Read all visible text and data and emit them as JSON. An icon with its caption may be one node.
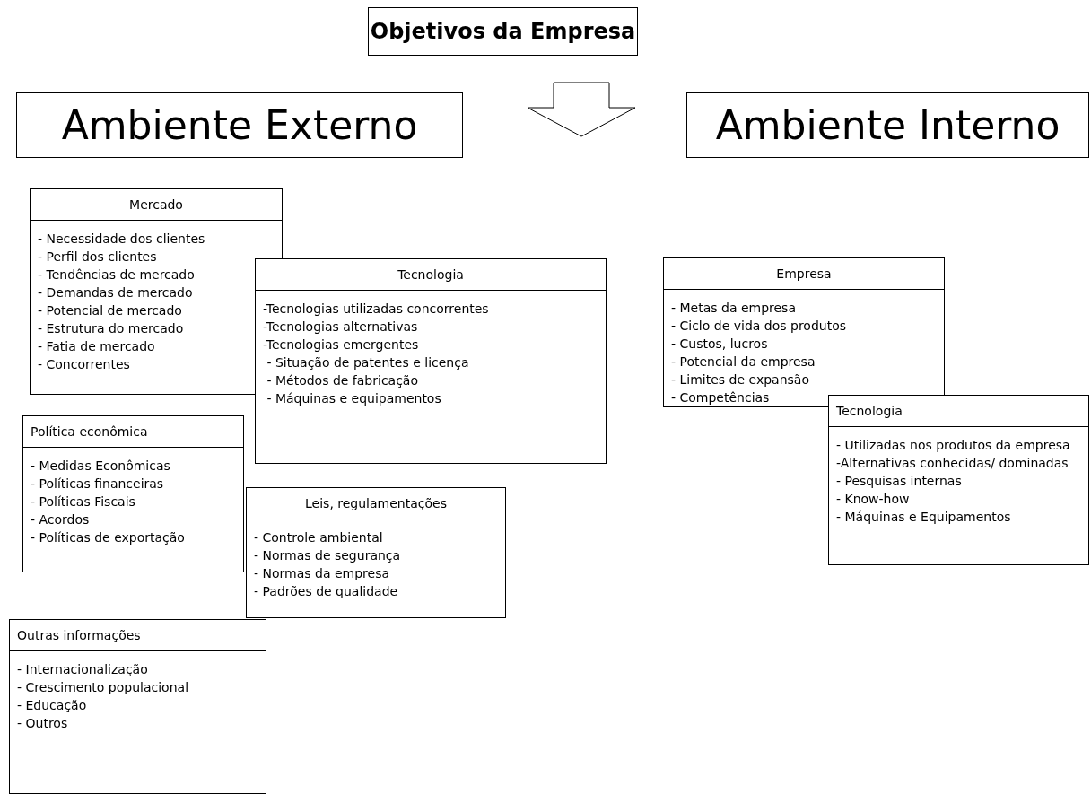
{
  "diagram": {
    "nodes": [
      {
        "text": [
          "Objetivos da Empresa"
        ]
      },
      {
        "text": [
          "Ambiente Externo"
        ]
      },
      {
        "text": [
          "Ambiente Interno"
        ]
      },
      {
        "text": [
          "Mercado",
          "- Necessidade dos clientes",
          "- Perfil dos clientes",
          "- Tendências de mercado",
          "- Demandas de mercado",
          "- Potencial de mercado",
          "- Estrutura do mercado",
          "- Fatia de mercado",
          "- Concorrentes"
        ]
      },
      {
        "text": [
          "Tecnologia",
          "-Tecnologias utilizadas concorrentes",
          "-Tecnologias alternativas",
          "-Tecnologias emergentes",
          " - Situação de patentes e licença",
          " - Métodos de fabricação",
          " - Máquinas e equipamentos"
        ]
      },
      {
        "text": [
          "Política econômica",
          "- Medidas Econômicas",
          "- Políticas financeiras",
          "- Políticas Fiscais",
          "- Acordos",
          "- Políticas de exportação"
        ]
      },
      {
        "text": [
          "Leis, regulamentações",
          "- Controle ambiental",
          "- Normas de segurança",
          "- Normas da empresa",
          "- Padrões de qualidade"
        ]
      },
      {
        "text": [
          "Outras informações",
          "- Internacionalização",
          "- Crescimento populacional",
          "- Educação",
          "- Outros"
        ]
      },
      {
        "text": [
          "Empresa",
          "- Metas da empresa",
          "- Ciclo de vida dos produtos",
          "- Custos, lucros",
          "- Potencial da empresa",
          "- Limites de expansão",
          "- Competências"
        ]
      },
      {
        "text": [
          "Tecnologia",
          "- Utilizadas nos produtos da empresa",
          "-Alternativas conhecidas/ dominadas",
          "- Pesquisas internas",
          "- Know-how",
          "- Máquinas e Equipamentos"
        ]
      }
    ]
  }
}
